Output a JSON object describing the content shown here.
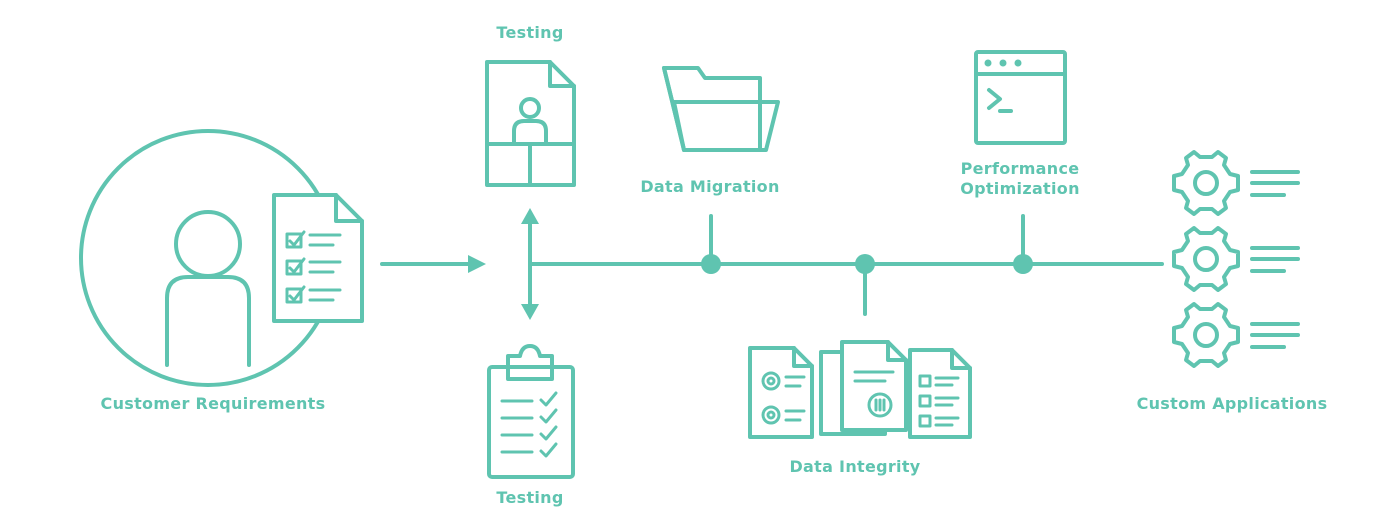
{
  "theme": {
    "accent": "#5fc4b0",
    "background": "#ffffff"
  },
  "labels": {
    "customer_requirements": "Customer Requirements",
    "testing_top": "Testing",
    "testing_bottom": "Testing",
    "data_migration": "Data Migration",
    "data_integrity": "Data Integrity",
    "performance_line1": "Performance",
    "performance_line2": "Optimization",
    "custom_applications": "Custom Applications"
  },
  "icons": [
    "customer-person-icon",
    "checklist-document-icon",
    "user-profile-document-icon",
    "clipboard-checklist-icon",
    "open-folder-icon",
    "documents-stack-icon",
    "terminal-window-icon",
    "gear-list-icon"
  ]
}
